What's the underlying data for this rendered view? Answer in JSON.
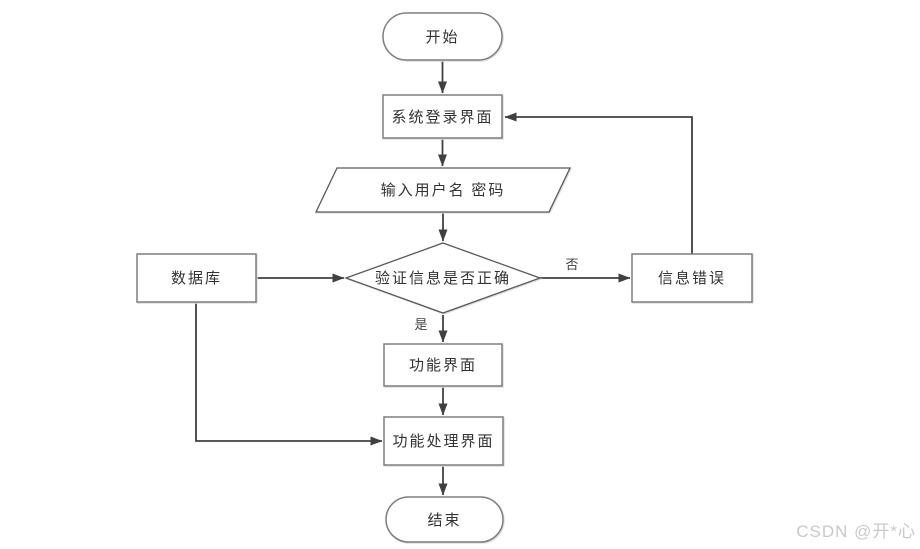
{
  "diagram": {
    "nodes": {
      "start": {
        "label": "开始",
        "shape": "terminator"
      },
      "login": {
        "label": "系统登录界面",
        "shape": "process"
      },
      "input": {
        "label": "输入用户名 密码",
        "shape": "input-parallelogram"
      },
      "verify": {
        "label": "验证信息是否正确",
        "shape": "decision-diamond"
      },
      "database": {
        "label": "数据库",
        "shape": "process"
      },
      "error": {
        "label": "信息错误",
        "shape": "process"
      },
      "function": {
        "label": "功能界面",
        "shape": "process"
      },
      "process": {
        "label": "功能处理界面",
        "shape": "process"
      },
      "end": {
        "label": "结束",
        "shape": "terminator"
      }
    },
    "edge_labels": {
      "no": "否",
      "yes": "是"
    },
    "colors": {
      "edge_line": "#404040",
      "node_border": "#7f7f7f",
      "shape_border": "#595959",
      "text": "#333333",
      "watermark": "#c9c9c9",
      "background": "#ffffff"
    }
  },
  "watermark": {
    "text": "CSDN @开*心"
  }
}
